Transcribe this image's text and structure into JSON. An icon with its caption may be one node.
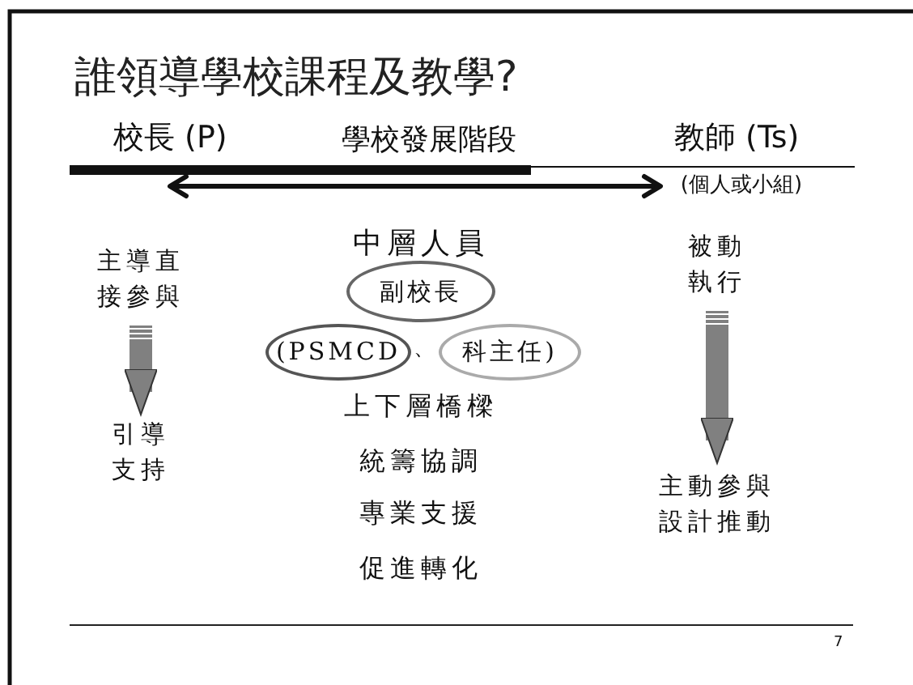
{
  "diagram": {
    "title": "誰領導學校課程及教學?",
    "nodes": [
      {
        "text": [
          "主導直接參與"
        ]
      },
      {
        "text": [
          "引導支持"
        ]
      },
      {
        "text": [
          "被動執行"
        ]
      },
      {
        "text": [
          "主動參與設計推動"
        ]
      },
      {
        "text": [
          "副校長"
        ]
      },
      {
        "text": [
          "(PSMCD"
        ]
      },
      {
        "text": [
          "科主任)"
        ]
      },
      {
        "text": [
          "(個人或小組)"
        ]
      }
    ],
    "edges": [
      {
        "from": 0,
        "to": 1,
        "arrow": "to"
      },
      {
        "from": 2,
        "to": 3,
        "arrow": "to"
      },
      {
        "from": 0,
        "to": 7,
        "arrow": "both",
        "color": "#111111"
      }
    ],
    "labels": [
      "校長 (P)",
      "學校發展階段",
      "教師 (Ts)",
      "中層人員",
      "、",
      "上下層橋樑",
      "統籌協調",
      "專業支援",
      "促進轉化",
      "7"
    ]
  }
}
